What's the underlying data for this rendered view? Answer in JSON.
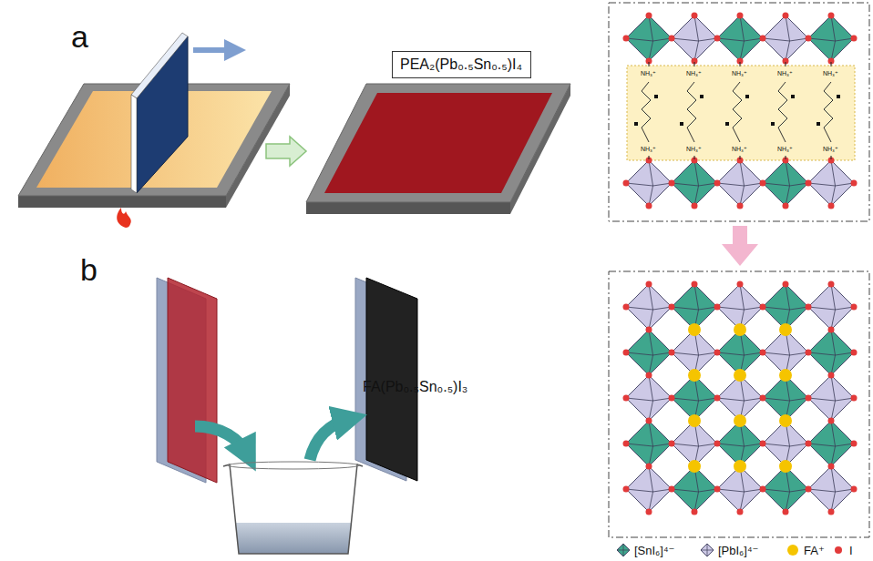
{
  "diagram": {
    "nodes": [
      {
        "text": [
          "PEA₂(Pb₀.₅Sn₀.₅)I₄"
        ]
      }
    ],
    "labels": [
      "a",
      "b",
      "FA(Pb₀.₅Sn₀.₅)I₃",
      "NH₃⁺",
      "NH₃⁺",
      "NH₃⁺",
      "NH₃⁺",
      "NH₃⁺",
      "NH₃⁺",
      "NH₃⁺",
      "NH₃⁺",
      "NH₃⁺",
      "NH₃⁺"
    ],
    "legend": [
      {
        "text": "[SnI₆]⁴⁻",
        "color": "#3fa68d"
      },
      {
        "text": "[PbI₆]⁴⁻",
        "color": "#cdc9e6"
      },
      {
        "text": "FA⁺",
        "color": "#f5c400"
      },
      {
        "text": "I",
        "color": "#e23a3a"
      }
    ]
  }
}
